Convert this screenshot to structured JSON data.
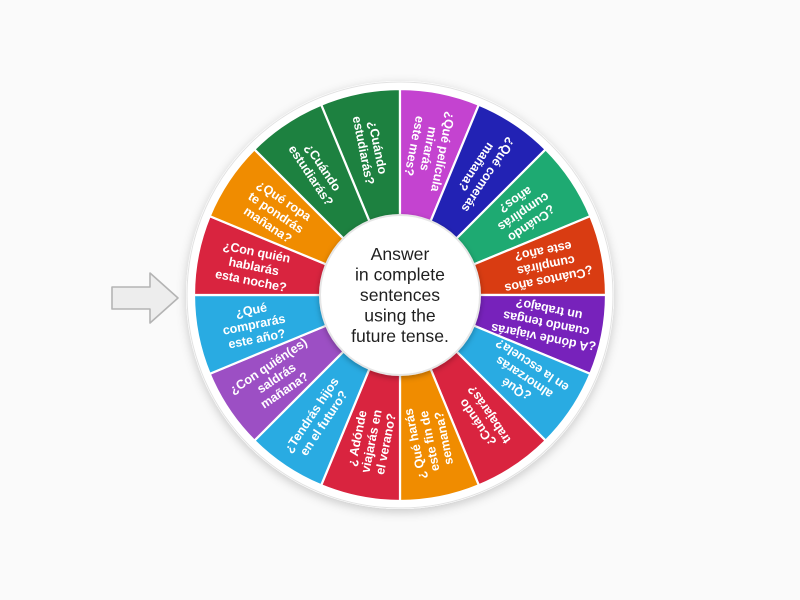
{
  "background_color": "#fafafa",
  "wheel": {
    "center_text_lines": [
      "Answer",
      "in complete",
      "sentences",
      "using the",
      "future tense."
    ],
    "center_fill": "#ffffff",
    "rim_color": "#ffffff",
    "segment_count": 16,
    "segments": [
      {
        "index": 0,
        "text_lines": [
          "¿Cuándo",
          "estudiarás?"
        ],
        "color": "#1d8140"
      },
      {
        "index": 1,
        "text_lines": [
          "¿Qué película",
          "mirarás",
          "este mes?"
        ],
        "color": "#c443d0"
      },
      {
        "index": 2,
        "text_lines": [
          "¿Qué comerás",
          "mañana?"
        ],
        "color": "#2222b4"
      },
      {
        "index": 3,
        "text_lines": [
          "¿Cuándo",
          "cumplirás",
          "años?"
        ],
        "color": "#1eaa72"
      },
      {
        "index": 4,
        "text_lines": [
          "¿Cuántos años",
          "cumplirás",
          "este año?"
        ],
        "color": "#d93c12"
      },
      {
        "index": 5,
        "text_lines": [
          "¿A dónde viajarás",
          "cuando tengas",
          "un trabajo?"
        ],
        "color": "#7722bb"
      },
      {
        "index": 6,
        "text_lines": [
          "¿Qué",
          "almorzarás",
          "en la escuela?"
        ],
        "color": "#29abe2"
      },
      {
        "index": 7,
        "text_lines": [
          "¿Cuándo",
          "trabajarás?"
        ],
        "color": "#d9243f"
      },
      {
        "index": 8,
        "text_lines": [
          "¿ Qué harás",
          "este fin de",
          "semana?"
        ],
        "color": "#f08c00"
      },
      {
        "index": 9,
        "text_lines": [
          "¿ Adónde",
          "viajarás en",
          "el verano?"
        ],
        "color": "#d9243f"
      },
      {
        "index": 10,
        "text_lines": [
          "¿Tendrás hijos",
          "en el futuro?"
        ],
        "color": "#29abe2"
      },
      {
        "index": 11,
        "text_lines": [
          "¿Con quién(es)",
          "saldrás",
          "mañana?"
        ],
        "color": "#9c4fc4"
      },
      {
        "index": 12,
        "text_lines": [
          "¿Qué",
          "comprarás",
          "este año?"
        ],
        "color": "#29abe2"
      },
      {
        "index": 13,
        "text_lines": [
          "¿Con quién",
          "hablarás",
          "esta noche?"
        ],
        "color": "#d9243f"
      },
      {
        "index": 14,
        "text_lines": [
          "¿Qué ropa",
          "te pondrás",
          "mañana?"
        ],
        "color": "#f08c00"
      },
      {
        "index": 15,
        "text_lines": [
          "¿Cuándo",
          "estudiarás?"
        ],
        "color": "#1d8140"
      }
    ]
  },
  "pointer": {
    "label": "spinner-pointer",
    "fill": "#ededed",
    "stroke": "#b4b4b4"
  }
}
